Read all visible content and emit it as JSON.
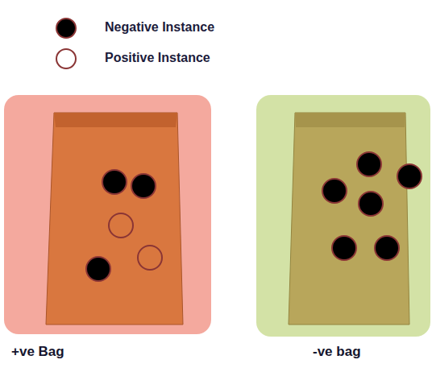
{
  "diagram": {
    "nodes": [
      {
        "text": [
          "+ve Bag"
        ]
      },
      {
        "text": [
          "-ve bag"
        ]
      }
    ],
    "legend": [
      {
        "text": "Negative Instance"
      },
      {
        "text": "Positive Instance"
      }
    ]
  }
}
